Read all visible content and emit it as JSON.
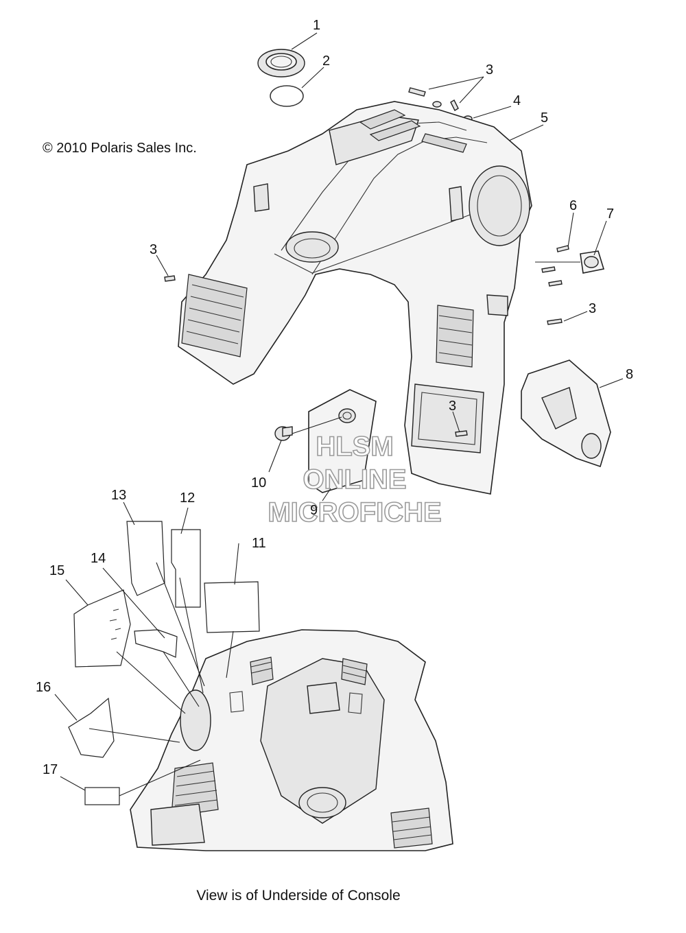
{
  "copyright": "© 2010 Polaris Sales Inc.",
  "caption": "View is of Underside of Console",
  "watermark": [
    "HLSM",
    "ONLINE",
    "MICROFICHE"
  ],
  "callouts": [
    {
      "id": "c1",
      "label": "1"
    },
    {
      "id": "c2",
      "label": "2"
    },
    {
      "id": "c3a",
      "label": "3"
    },
    {
      "id": "c4",
      "label": "4"
    },
    {
      "id": "c5",
      "label": "5"
    },
    {
      "id": "c3b",
      "label": "3"
    },
    {
      "id": "c6",
      "label": "6"
    },
    {
      "id": "c7",
      "label": "7"
    },
    {
      "id": "c3c",
      "label": "3"
    },
    {
      "id": "c8",
      "label": "8"
    },
    {
      "id": "c3d",
      "label": "3"
    },
    {
      "id": "c10",
      "label": "10"
    },
    {
      "id": "c9",
      "label": "9"
    },
    {
      "id": "c13",
      "label": "13"
    },
    {
      "id": "c12",
      "label": "12"
    },
    {
      "id": "c11",
      "label": "11"
    },
    {
      "id": "c14",
      "label": "14"
    },
    {
      "id": "c15",
      "label": "15"
    },
    {
      "id": "c16",
      "label": "16"
    },
    {
      "id": "c17",
      "label": "17"
    }
  ]
}
